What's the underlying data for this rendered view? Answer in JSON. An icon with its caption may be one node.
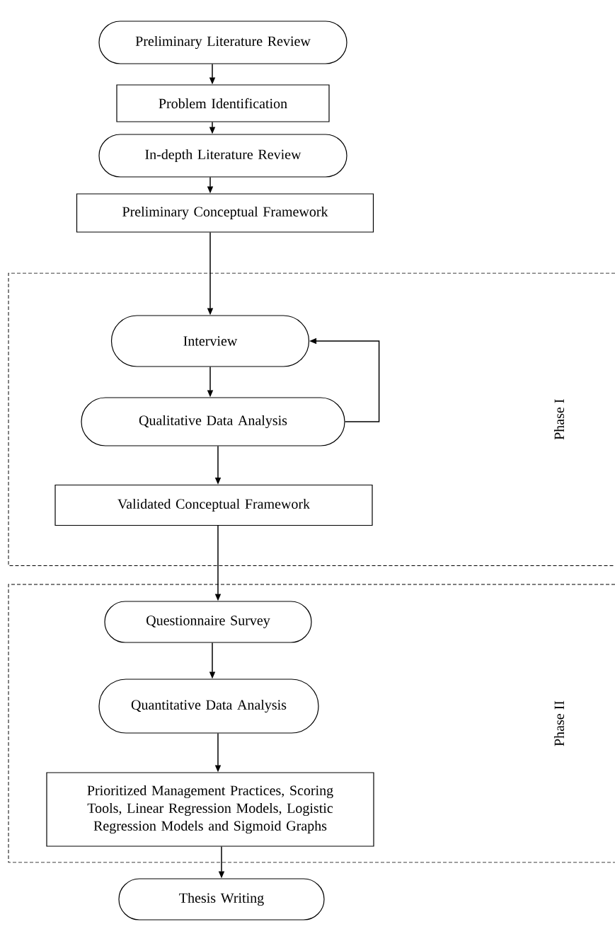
{
  "diagram": {
    "nodes": [
      {
        "text": [
          "Preliminary Literature Review"
        ]
      },
      {
        "text": [
          "Problem Identification"
        ]
      },
      {
        "text": [
          "In-depth Literature Review"
        ]
      },
      {
        "text": [
          "Preliminary Conceptual Framework"
        ]
      },
      {
        "text": [
          "Phase I"
        ]
      },
      {
        "text": [
          "Interview"
        ],
        "in": 4
      },
      {
        "text": [
          "Qualitative Data Analysis"
        ],
        "in": 4
      },
      {
        "text": [
          "Validated Conceptual Framework"
        ],
        "in": 4
      },
      {
        "text": [
          "Phase II"
        ]
      },
      {
        "text": [
          "Questionnaire Survey"
        ],
        "in": 8
      },
      {
        "text": [
          "Quantitative Data Analysis"
        ],
        "in": 8
      },
      {
        "text": [
          "Prioritized Management Practices, Scoring Tools, Linear Regression Models, Logistic Regression Models and Sigmoid Graphs"
        ],
        "in": 8
      },
      {
        "text": [
          "Thesis Writing"
        ]
      }
    ],
    "edges": [
      {
        "from": 0,
        "to": 1,
        "arrow": "to"
      },
      {
        "from": 1,
        "to": 2,
        "arrow": "to"
      },
      {
        "from": 2,
        "to": 3,
        "arrow": "to"
      },
      {
        "from": 3,
        "to": 5,
        "arrow": "to"
      },
      {
        "from": 5,
        "to": 6,
        "arrow": "to"
      },
      {
        "from": 6,
        "to": 5,
        "arrow": "to"
      },
      {
        "from": 6,
        "to": 7,
        "arrow": "to"
      },
      {
        "from": 7,
        "to": 9,
        "arrow": "to"
      },
      {
        "from": 9,
        "to": 10,
        "arrow": "to"
      },
      {
        "from": 10,
        "to": 11,
        "arrow": "to"
      },
      {
        "from": 11,
        "to": 12,
        "arrow": "to"
      }
    ]
  }
}
